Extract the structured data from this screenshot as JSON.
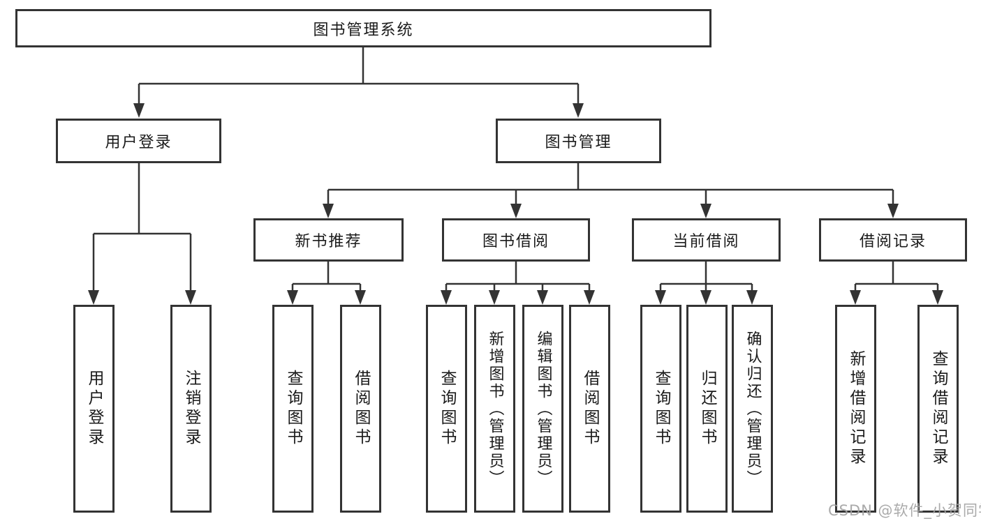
{
  "diagram": {
    "root": {
      "label": "图书管理系统"
    },
    "level2": [
      {
        "label": "用户登录"
      },
      {
        "label": "图书管理"
      }
    ],
    "level3": [
      {
        "label": "新书推荐"
      },
      {
        "label": "图书借阅"
      },
      {
        "label": "当前借阅"
      },
      {
        "label": "借阅记录"
      }
    ],
    "leaves": [
      {
        "label": "用户登录"
      },
      {
        "label": "注销登录"
      },
      {
        "label": "查询图书"
      },
      {
        "label": "借阅图书"
      },
      {
        "label": "查询图书"
      },
      {
        "label": "新增图书（管理员）"
      },
      {
        "label": "编辑图书（管理员）"
      },
      {
        "label": "借阅图书"
      },
      {
        "label": "查询图书"
      },
      {
        "label": "归还图书"
      },
      {
        "label": "确认归还（管理员）"
      },
      {
        "label": "新增借阅记录"
      },
      {
        "label": "查询借阅记录"
      }
    ]
  },
  "watermark": {
    "text": "CSDN @软件_小贺同学"
  },
  "colors": {
    "line": "#333333",
    "box_border": "#333333",
    "text": "#1a1a1a",
    "background": "#ffffff",
    "watermark": "#a3a3a3"
  }
}
